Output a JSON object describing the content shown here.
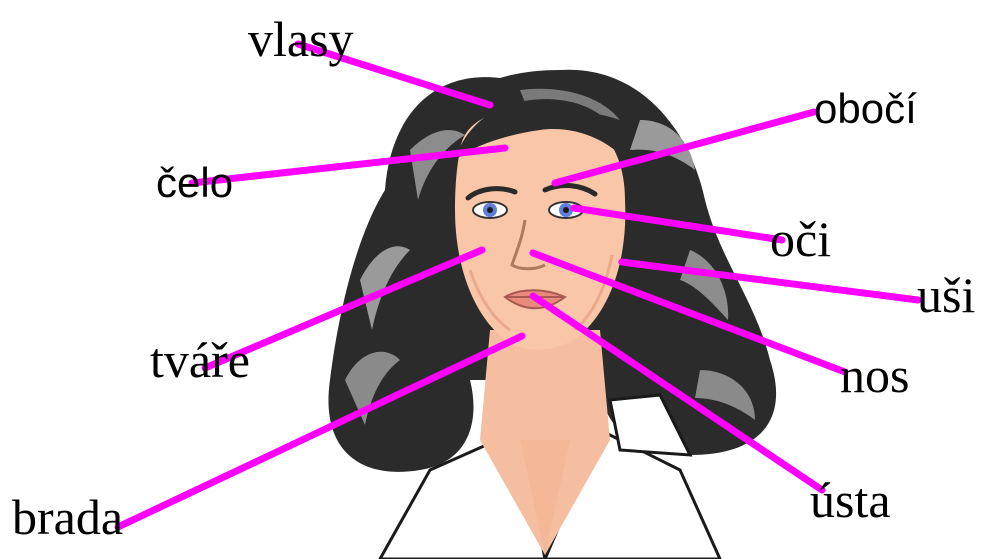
{
  "labels": {
    "vlasy": "vlasy",
    "cela": "čelo",
    "oboci": "obočí",
    "oci": "oči",
    "usi": "uši",
    "tvare": "tváře",
    "nos": "nos",
    "usta": "ústa",
    "brada": "brada"
  },
  "colors": {
    "leader_line": "#FF00FF",
    "hair": "#2a2a2a",
    "skin": "#f8c4a6",
    "shirt": "#ffffff",
    "eyes": "#5f7fd8",
    "lips": "#e88a7c"
  },
  "illustration": "woman-face-clipart"
}
